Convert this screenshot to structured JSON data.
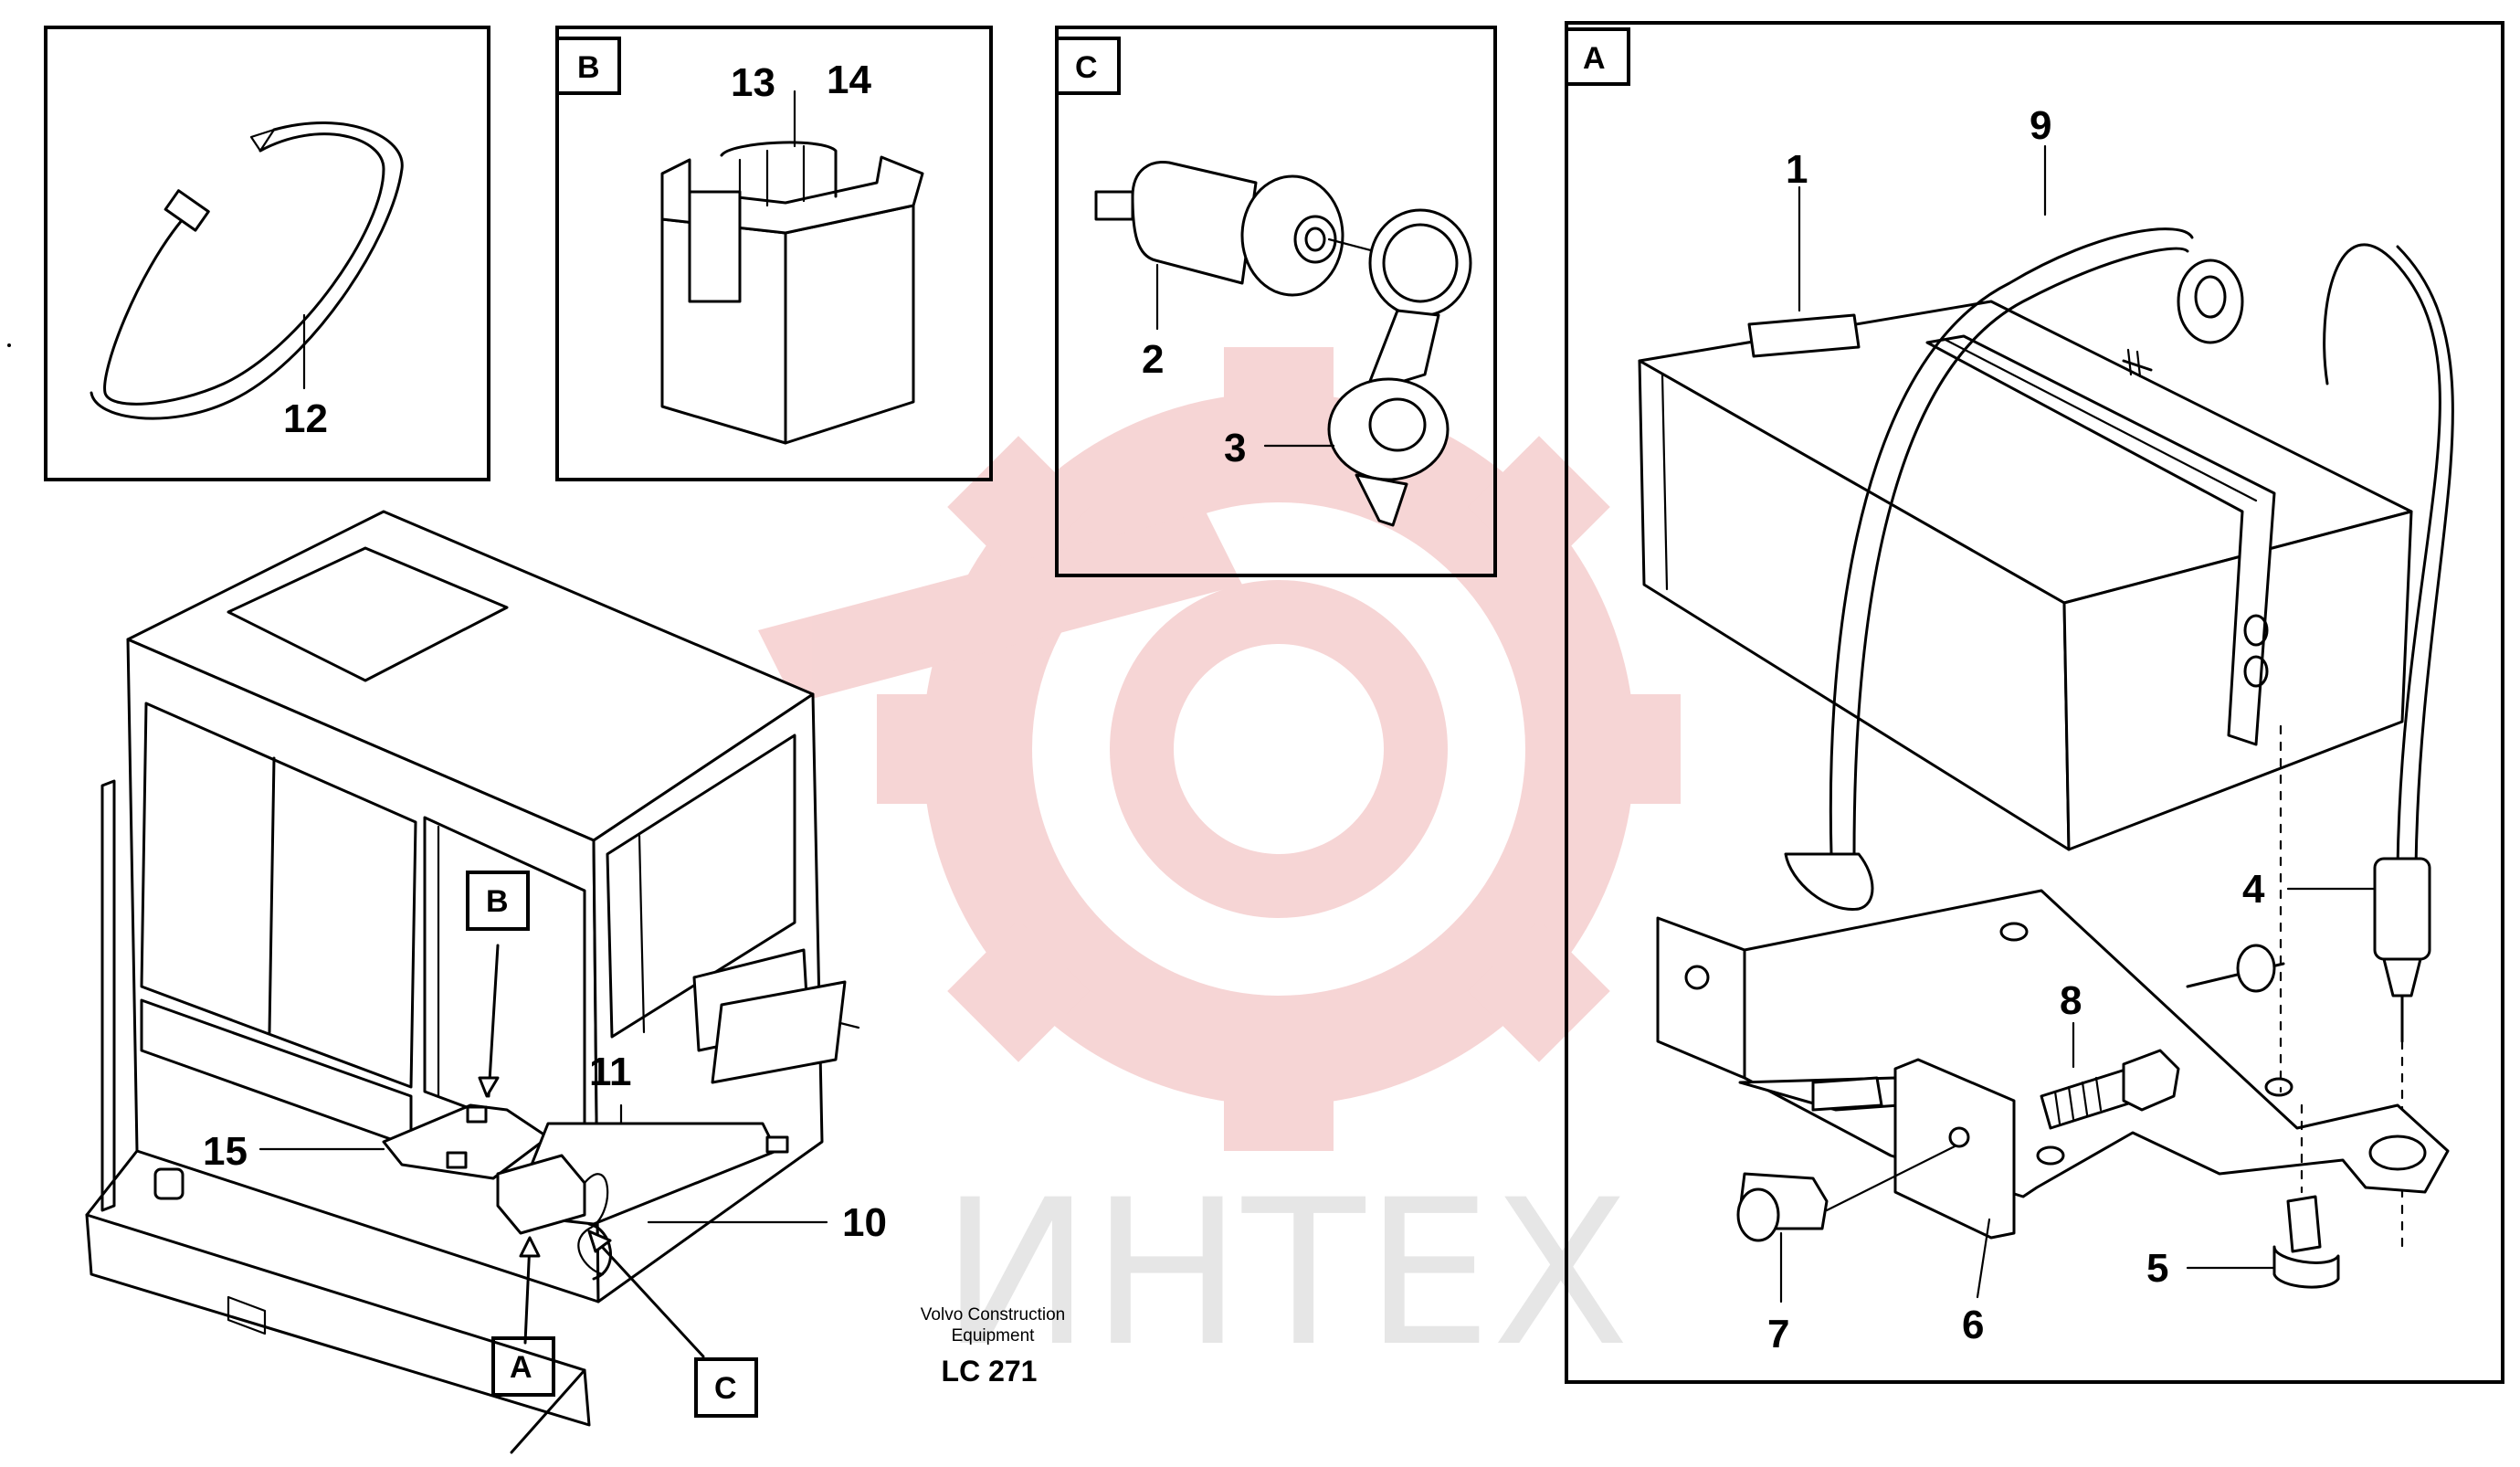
{
  "watermark": {
    "text": "ИНТЕХ",
    "gear_color": "#f3c9c9",
    "text_color": "#e6e6e6"
  },
  "caption": {
    "line1": "Volvo Construction",
    "line2": "Equipment",
    "code": "LC 271"
  },
  "detail_tags": {
    "a": "A",
    "b": "B",
    "c": "C"
  },
  "part_numbers": {
    "p1": "1",
    "p2": "2",
    "p3": "3",
    "p4": "4",
    "p5": "5",
    "p6": "6",
    "p7": "7",
    "p8": "8",
    "p9": "9",
    "p10": "10",
    "p11": "11",
    "p12": "12",
    "p13": "13",
    "p14": "14",
    "p15": "15"
  }
}
